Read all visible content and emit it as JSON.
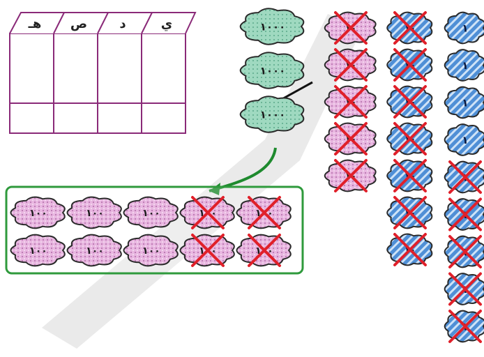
{
  "place_value_table": {
    "headers": [
      "ي",
      "د",
      "ص",
      "هـ"
    ]
  },
  "thousands": {
    "label": "١٠٠٠",
    "count": 3,
    "exchanged": 1
  },
  "hundreds": {
    "label": "١٠٠",
    "group_count": 10,
    "crossed_out": 4
  },
  "tens_column_pink": {
    "label": "١٠",
    "count": 5,
    "crossed_out": 5
  },
  "tens_column_blue": {
    "label": "١٠",
    "count": 7,
    "crossed_out": 7
  },
  "ones_column_blue": {
    "label": "١",
    "count": 9,
    "crossed_out": 5
  },
  "colors": {
    "thousand_fill": "#9fd9c0",
    "hundred_fill": "#e8b6e0",
    "pink_ten_fill": "#e7b3dc",
    "blue_fill": "#4f8fd6",
    "cross": "#e0202a",
    "table_line": "#8a2a78",
    "group_border": "#2f9a3c",
    "watermark": "#d9d9d9"
  }
}
